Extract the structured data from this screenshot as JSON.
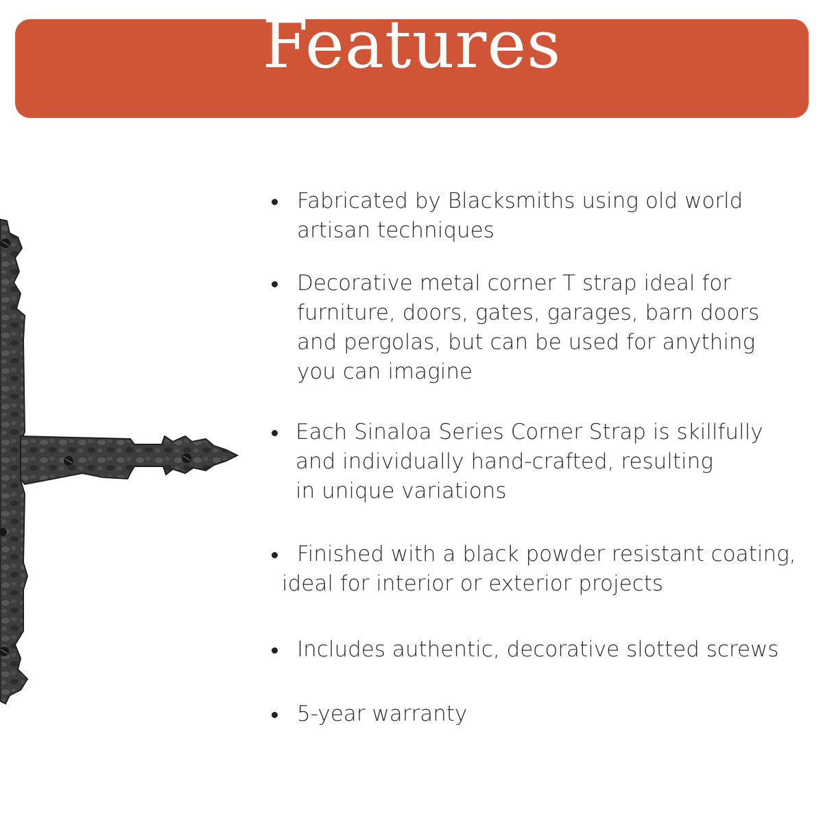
{
  "header": {
    "title": "Features",
    "background_color": "#d05536"
  },
  "product_image": {
    "icon": "iron-corner-t-strap-icon",
    "color": "#3a3a3a"
  },
  "features": [
    {
      "lines": [
        "Fabricated by Blacksmiths using old world",
        "artisan techniques"
      ]
    },
    {
      "lines": [
        "Decorative metal corner T strap ideal for",
        "furniture, doors, gates, garages, barn doors",
        "and pergolas, but can be used for anything",
        "you can imagine"
      ]
    },
    {
      "lines": [
        "Each Sinaloa Series Corner Strap is skillfully",
        "and individually hand-crafted, resulting",
        "in unique variations"
      ]
    },
    {
      "lines": [
        "Finished with a black powder resistant coating,",
        "ideal for interior or exterior projects"
      ]
    },
    {
      "lines": [
        "Includes authentic, decorative slotted screws"
      ]
    },
    {
      "lines": [
        "5-year warranty"
      ]
    }
  ]
}
